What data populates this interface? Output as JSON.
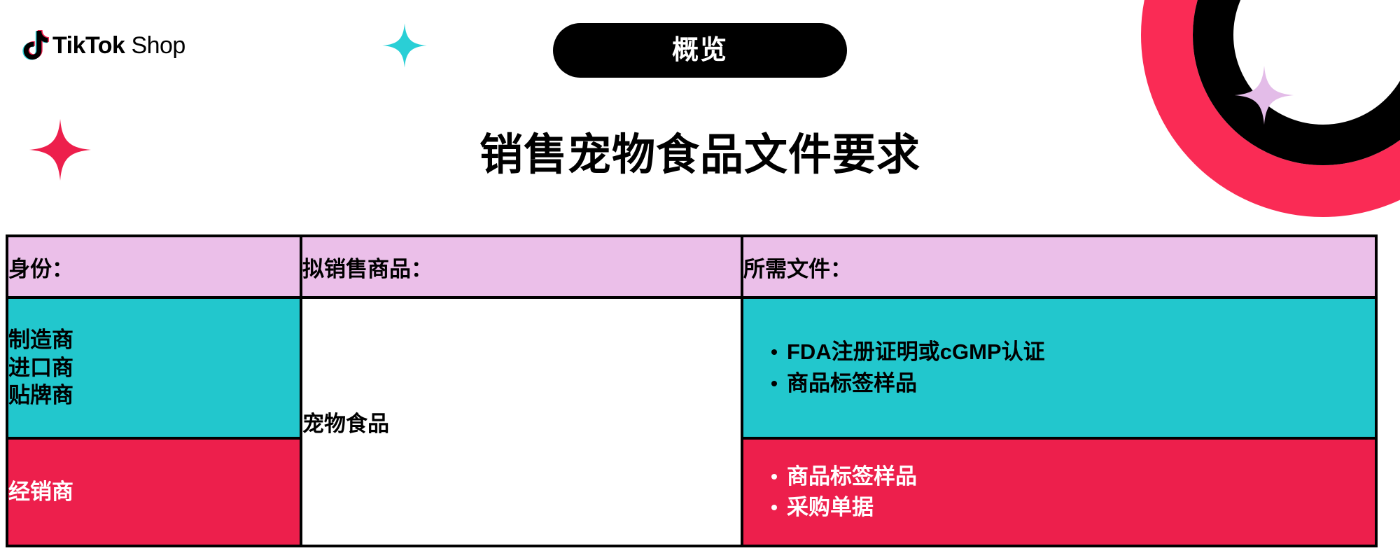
{
  "brand": {
    "logo_mark": "tiktok-note-icon",
    "name_bold": "TikTok",
    "name_light": "Shop",
    "colors": {
      "red": "#FA2B55",
      "cyan": "#22C7CD",
      "black": "#000000",
      "lilac": "#E3BCE8",
      "header_pink": "#EBBFE9",
      "row_teal": "#22C7CD",
      "row_red": "#ED1F4C"
    }
  },
  "header": {
    "pill_label": "概览",
    "title": "销售宠物食品文件要求"
  },
  "decorations": {
    "sparkle_red": "sparkle-icon",
    "sparkle_cyan": "sparkle-icon",
    "sparkle_lilac": "sparkle-icon",
    "corner_arc_red": "arc-shape",
    "corner_arc_black": "arc-shape"
  },
  "table": {
    "columns": [
      {
        "label": "身份："
      },
      {
        "label": "拟销售商品："
      },
      {
        "label": "所需文件："
      }
    ],
    "goods_merged": "宠物食品",
    "rows": [
      {
        "identity": "制造商\n进口商\n贴牌商",
        "identity_lines": [
          "制造商",
          "进口商",
          "贴牌商"
        ],
        "documents": [
          "FDA注册证明或cGMP认证",
          "商品标签样品"
        ],
        "accent": "#22C7CD"
      },
      {
        "identity": "经销商",
        "identity_lines": [
          "经销商"
        ],
        "documents": [
          "商品标签样品",
          "采购单据"
        ],
        "accent": "#ED1F4C"
      }
    ]
  }
}
